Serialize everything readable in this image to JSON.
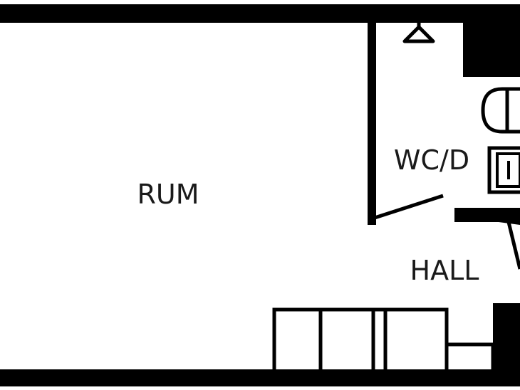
{
  "rooms": {
    "main": "RUM",
    "bathroom": "WC/D",
    "hall": "HALL"
  },
  "colors": {
    "wall": "#000000",
    "background": "#ffffff",
    "label": "#1a1a1a"
  }
}
